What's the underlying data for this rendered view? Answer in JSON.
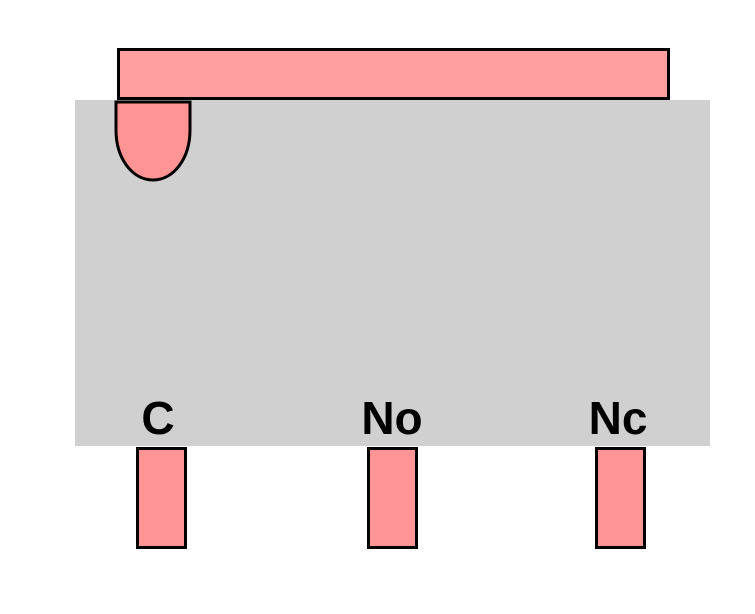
{
  "colors": {
    "body": "#d0d0d0",
    "lever": "#ffa0a0",
    "actuator": "#ff9494",
    "pin": "#ff9494",
    "outline": "#000000",
    "label": "#000000"
  },
  "terminals": {
    "c": "C",
    "no": "No",
    "nc": "Nc"
  }
}
